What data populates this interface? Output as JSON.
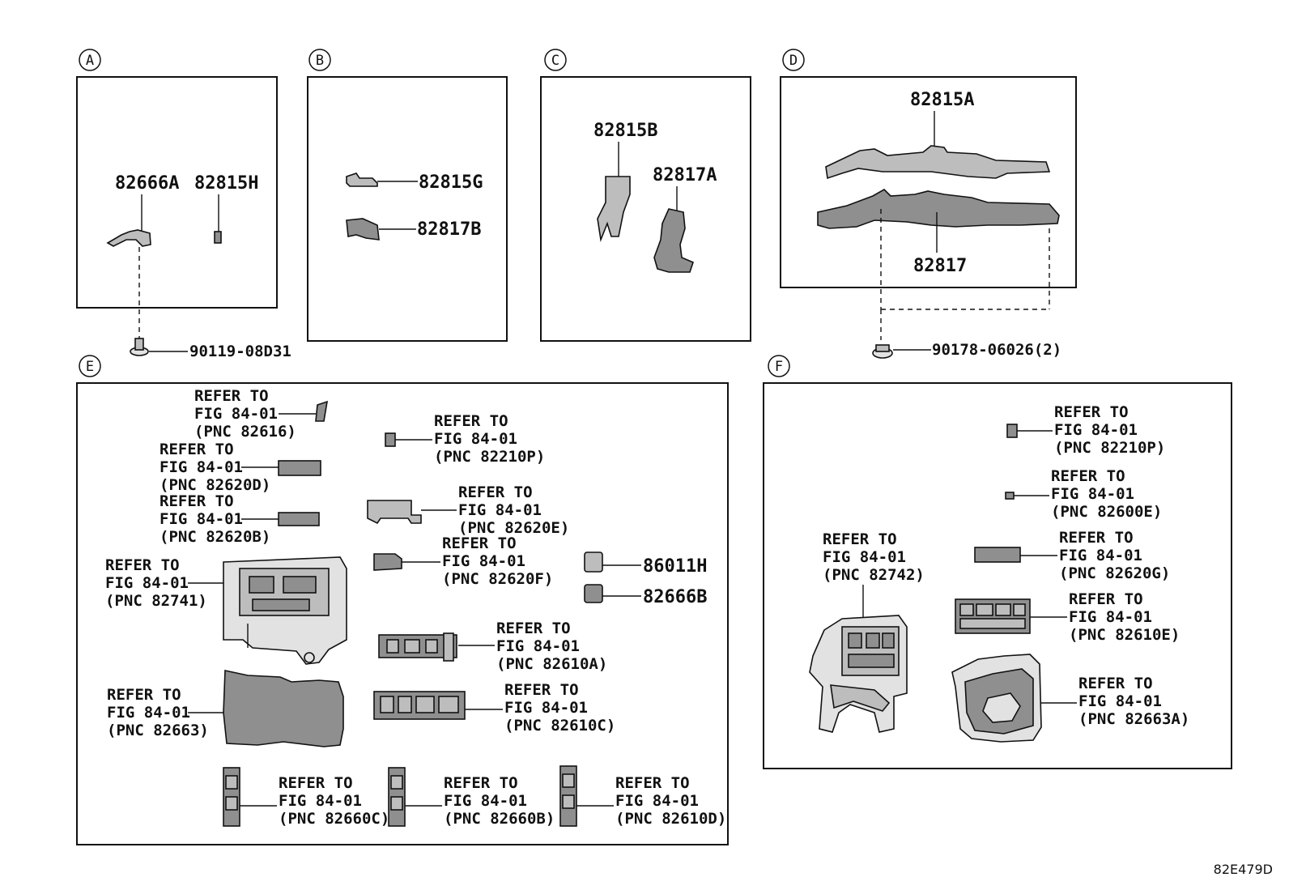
{
  "sections": {
    "a": "A",
    "b": "B",
    "c": "C",
    "d": "D",
    "e": "E",
    "f": "F"
  },
  "parts": {
    "p82666A": "82666A",
    "p82815H": "82815H",
    "p82815G": "82815G",
    "p82817B": "82817B",
    "p82815B": "82815B",
    "p82817A": "82817A",
    "p82815A": "82815A",
    "p82817": "82817",
    "p90119": "90119-08D31",
    "p90178": "90178-06026(2)",
    "p86011H": "86011H",
    "p82666B": "82666B"
  },
  "refer": {
    "line1": "REFER TO",
    "line2": "FIG 84-01"
  },
  "refs_e": [
    "(PNC 82616)",
    "(PNC 82210P)",
    "(PNC 82620D)",
    "(PNC 82620B)",
    "(PNC 82620E)",
    "(PNC 82620F)",
    "(PNC 82741)",
    "(PNC 82610A)",
    "(PNC 82663)",
    "(PNC 82610C)",
    "(PNC 82660C)",
    "(PNC 82660B)",
    "(PNC 82610D)"
  ],
  "refs_f": [
    "(PNC 82210P)",
    "(PNC 82600E)",
    "(PNC 82742)",
    "(PNC 82620G)",
    "(PNC 82610E)",
    "(PNC 82663A)"
  ],
  "illustration_code": "82E479D"
}
